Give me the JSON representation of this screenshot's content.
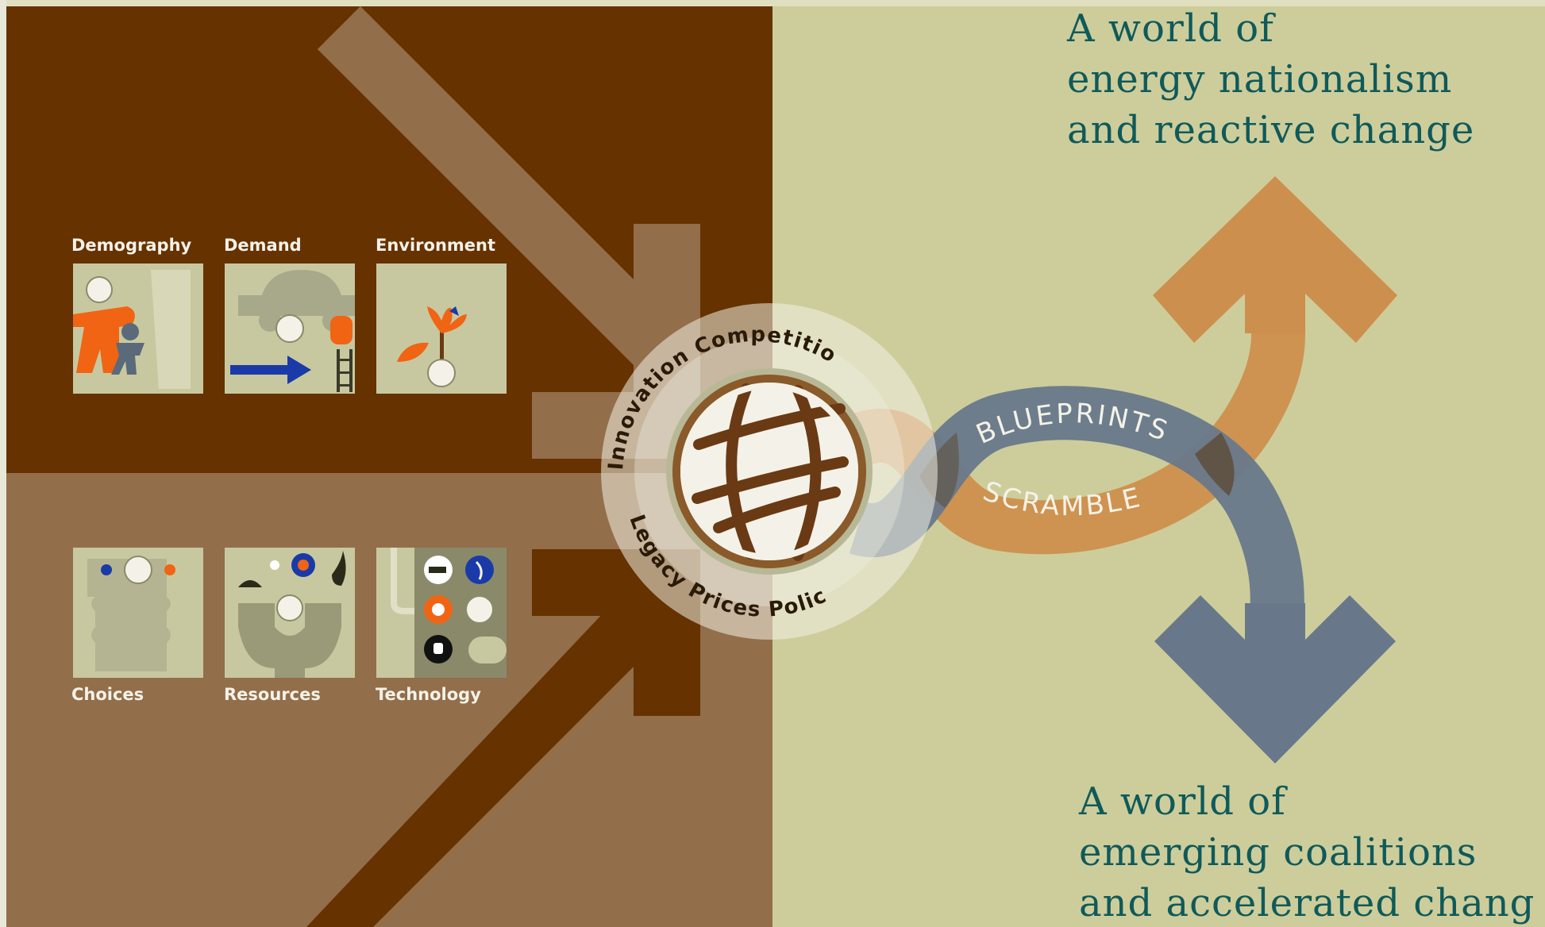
{
  "drivers": {
    "top": [
      {
        "label": "Demography",
        "icon": "demography-icon"
      },
      {
        "label": "Demand",
        "icon": "demand-icon"
      },
      {
        "label": "Environment",
        "icon": "environment-icon"
      }
    ],
    "bottom": [
      {
        "label": "Choices",
        "icon": "choices-icon"
      },
      {
        "label": "Resources",
        "icon": "resources-icon"
      },
      {
        "label": "Technology",
        "icon": "technology-icon"
      }
    ]
  },
  "hub": {
    "ring_top": "Innovation Competition",
    "ring_bottom": "Legacy Prices Policy"
  },
  "pathways": {
    "blueprints": "BLUEPRINTS",
    "scramble": "SCRAMBLE"
  },
  "scenario_top": {
    "line1": "A world of",
    "line2": "energy nationalism",
    "line3": "and reactive change"
  },
  "scenario_bottom": {
    "line1": "A world of",
    "line2": "emerging coalitions",
    "line3": "and accelerated chang"
  },
  "colors": {
    "dark_brown": "#653200",
    "light_brown": "#926e4a",
    "beige": "#cdcd9b",
    "orange_path": "#cd8f4d",
    "slate_path": "#68788a",
    "tile_bg": "#c8c8a0",
    "scenario_text": "#0f5a5a"
  }
}
